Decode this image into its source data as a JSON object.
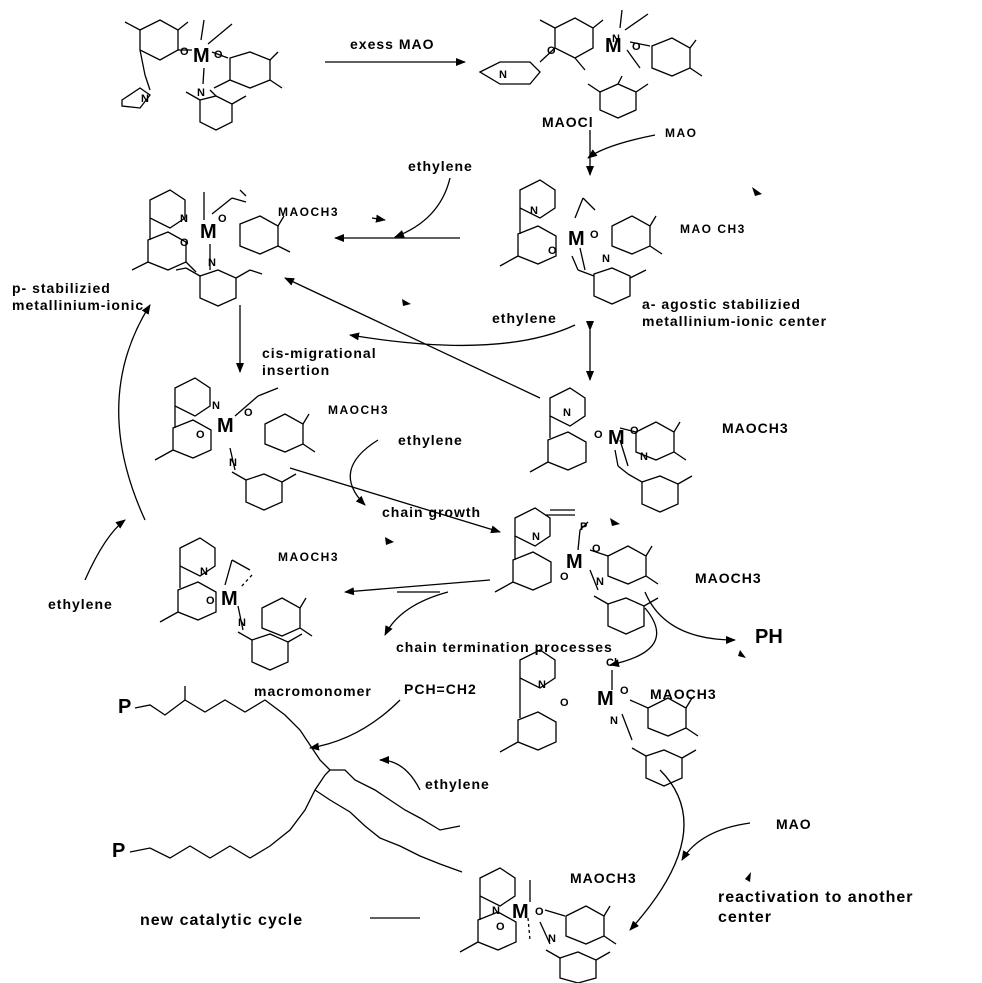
{
  "diagram": {
    "labels": {
      "excess_mao": "exess MAO",
      "maocl": "MAOCl",
      "mao_top": "MAO",
      "ethylene_top": "ethylene",
      "maoch3_left_top": "MAOCH3",
      "maoch3_right_top": "MAO CH3",
      "pi_stabilized": [
        "p- stabilizied",
        "metallinium-ionic"
      ],
      "alpha_agostic": [
        "a- agostic stabilizied",
        "metallinium-ionic center"
      ],
      "ethylene_mid": "ethylene",
      "cis_migrational": [
        "cis-migrational",
        "insertion"
      ],
      "maoch3_center": "MAOCH3",
      "ethylene_center": "ethylene",
      "maoch3_right_mid": "MAOCH3",
      "chain_growth": "chain growth",
      "maoch3_left_bottom": "MAOCH3",
      "maoch3_right_bottom": "MAOCH3",
      "ethylene_left": "ethylene",
      "chain_termination": "chain termination processes",
      "ph": "PH",
      "macromonomer": "macromonomer",
      "pch_ch2": "PCH=CH2",
      "maoch3_lower": "MAOCH3",
      "ethylene_lower": "ethylene",
      "mao_lower": "MAO",
      "maoch3_bottom": "MAOCH3",
      "reactivation": [
        "reactivation to another",
        "center"
      ],
      "new_cycle": "new  catalytic cycle",
      "p_upper": "P",
      "p_lower": "P"
    }
  }
}
